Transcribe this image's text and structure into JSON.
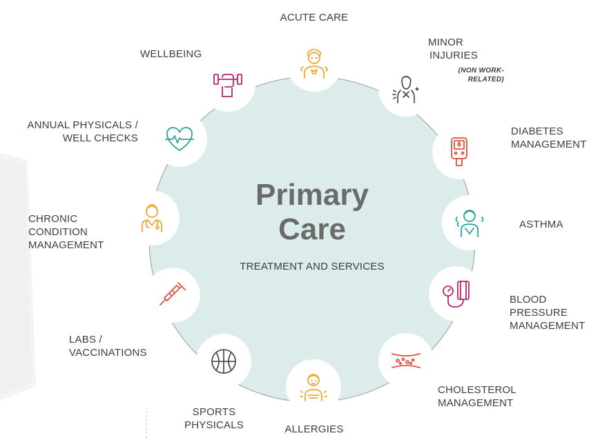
{
  "center": {
    "title_line1": "Primary",
    "title_line2": "Care",
    "subtitle": "TREATMENT AND SERVICES"
  },
  "items": {
    "acute_care": {
      "lines": [
        "ACUTE CARE"
      ],
      "icon": "sick-person-icon",
      "color": "#f0a830"
    },
    "minor_injuries": {
      "lines": [
        "MINOR",
        "INJURIES"
      ],
      "note": [
        "(NON WORK-",
        "RELATED)"
      ],
      "icon": "injured-shoulder-icon",
      "color": "#3d3d3d"
    },
    "diabetes": {
      "lines": [
        "DIABETES",
        "MANAGEMENT"
      ],
      "icon": "glucose-meter-icon",
      "color": "#e0523f"
    },
    "asthma": {
      "lines": [
        "ASTHMA"
      ],
      "icon": "coughing-person-icon",
      "color": "#2aa39a"
    },
    "blood_pressure": {
      "lines": [
        "BLOOD",
        "PRESSURE",
        "MANAGEMENT"
      ],
      "icon": "blood-pressure-cuff-icon",
      "color": "#b8246e"
    },
    "cholesterol": {
      "lines": [
        "CHOLESTEROL",
        "MANAGEMENT"
      ],
      "icon": "artery-plaque-icon",
      "color": "#e0523f"
    },
    "allergies": {
      "lines": [
        "ALLERGIES"
      ],
      "icon": "allergy-person-icon",
      "color": "#f0a830"
    },
    "sports": {
      "lines": [
        "SPORTS",
        "PHYSICALS"
      ],
      "icon": "basketball-icon",
      "color": "#3d3d3d"
    },
    "labs": {
      "lines": [
        "LABS /",
        "VACCINATIONS"
      ],
      "icon": "syringe-icon",
      "color": "#e0523f"
    },
    "chronic": {
      "lines": [
        "CHRONIC",
        "CONDITION",
        "MANAGEMENT"
      ],
      "icon": "doctor-icon",
      "color": "#f0a830"
    },
    "annual": {
      "lines": [
        "ANNUAL PHYSICALS /",
        "WELL CHECKS"
      ],
      "icon": "heart-pulse-icon",
      "color": "#2aa39a"
    },
    "wellbeing": {
      "lines": [
        "WELLBEING"
      ],
      "icon": "dumbbell-hand-icon",
      "color": "#b8246e"
    }
  },
  "colors": {
    "center_fill": "#dcecea",
    "ring_stroke": "#9a9a9a",
    "title_text": "#6b6b6b",
    "label_text": "#3d3d3d"
  }
}
